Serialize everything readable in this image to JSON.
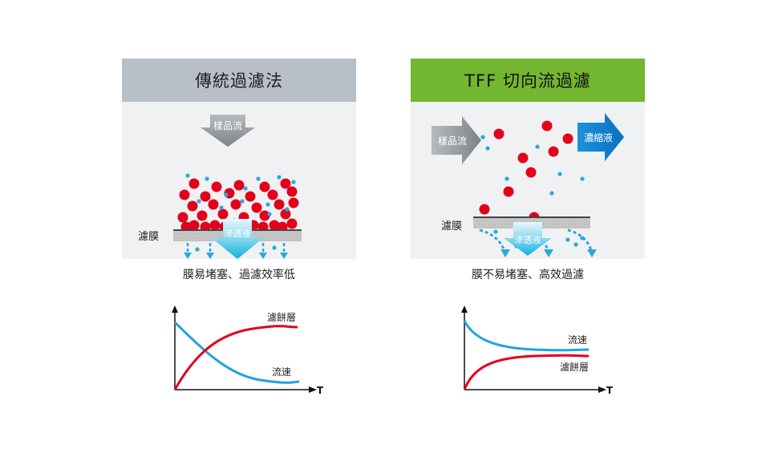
{
  "conventional": {
    "title": "傳統過濾法",
    "feed_label": "樣品流",
    "membrane_label": "濾膜",
    "permeate_label": "滲透液",
    "caption": "膜易堵塞、過濾效率低",
    "graph": {
      "cake_label": "濾餅層",
      "flux_label": "流速",
      "x_axis_label": "T"
    }
  },
  "tff": {
    "title": "TFF 切向流過濾",
    "feed_label": "樣品流",
    "retentate_label": "濃縮液",
    "membrane_label": "濾膜",
    "permeate_label": "滲透液",
    "caption": "膜不易堵塞、高效過濾",
    "graph": {
      "flux_label": "流速",
      "cake_label": "濾餅層",
      "x_axis_label": "T"
    }
  },
  "colors": {
    "particle_red": "#e3001b",
    "particle_blue": "#2aa8e0",
    "header_gray": "#b9bfc7",
    "header_green": "#73b630",
    "arrow_gray": "#8f949a",
    "arrow_blue": "#0a7fd0",
    "permeate_cyan": "#19b5df",
    "curve_red": "#e3001b",
    "curve_blue": "#1fa3e0"
  }
}
